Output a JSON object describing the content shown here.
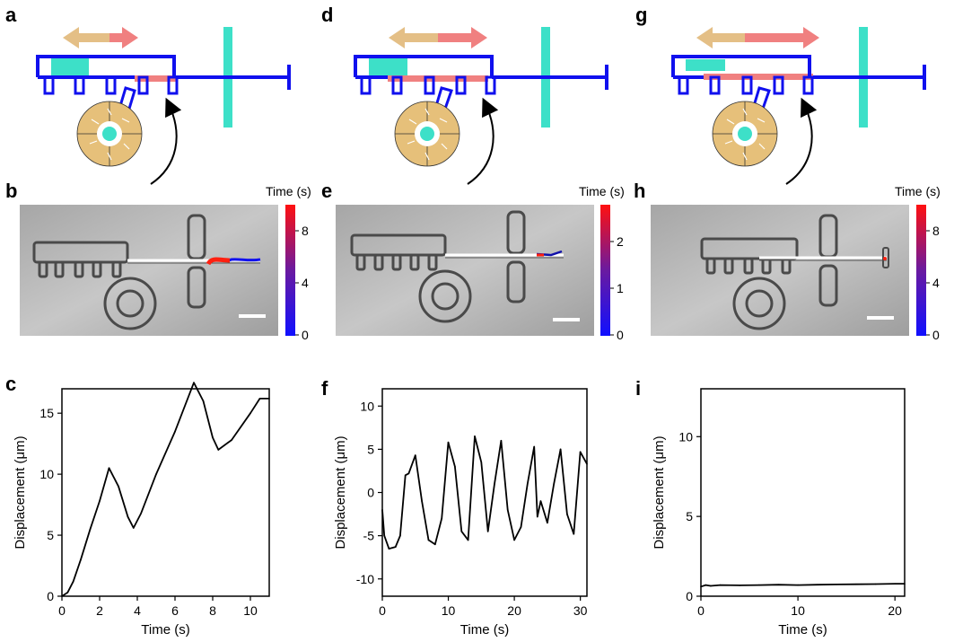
{
  "panel_labels": [
    "a",
    "b",
    "c",
    "d",
    "e",
    "f",
    "g",
    "h",
    "i"
  ],
  "colors": {
    "structure": "#1010ee",
    "electrode": "#3de0c8",
    "shuttle_pink": "#f08080",
    "arrow_tan": "#e4bf86",
    "gear": "#e6c07a",
    "line": "#000000"
  },
  "icons": [
    "double-headed-arrow-icon",
    "curved-arrow-icon",
    "gear-rotor-icon"
  ],
  "colorbars": [
    {
      "title": "Time (s)",
      "ticks": [
        "0",
        "4",
        "8"
      ],
      "max": 10
    },
    {
      "title": "Time (s)",
      "ticks": [
        "0",
        "1",
        "2"
      ],
      "max": 2.8
    },
    {
      "title": "Time (s)",
      "ticks": [
        "0",
        "4",
        "8"
      ],
      "max": 10
    }
  ],
  "chart_data": [
    {
      "type": "line",
      "xlabel": "Time (s)",
      "ylabel": "Displacement (μm)",
      "xlim": [
        0,
        11
      ],
      "ylim": [
        0,
        17
      ],
      "xticks": [
        0,
        2,
        4,
        6,
        8,
        10
      ],
      "yticks": [
        0,
        5,
        10,
        15
      ],
      "x": [
        0,
        0.3,
        0.6,
        1.0,
        1.5,
        2.0,
        2.5,
        3.0,
        3.5,
        3.8,
        4.2,
        5.0,
        6.0,
        7.0,
        7.5,
        8.0,
        8.3,
        9.0,
        10.0,
        10.5,
        11.0
      ],
      "y": [
        0,
        0.3,
        1.2,
        3.0,
        5.5,
        7.8,
        10.5,
        9.0,
        6.5,
        5.6,
        6.8,
        10.0,
        13.5,
        17.5,
        16.0,
        13.0,
        12.0,
        12.8,
        15.0,
        16.2,
        16.2
      ]
    },
    {
      "type": "line",
      "xlabel": "Time (s)",
      "ylabel": "Displacement (μm)",
      "xlim": [
        0,
        31
      ],
      "ylim": [
        -12,
        12
      ],
      "xticks": [
        0,
        10,
        20,
        30
      ],
      "yticks": [
        -10,
        -5,
        0,
        5,
        10
      ],
      "x": [
        0,
        0.3,
        1,
        2,
        2.7,
        3.5,
        4,
        5,
        6,
        7,
        8,
        9,
        10,
        11,
        12,
        13,
        14,
        15,
        16,
        17,
        18,
        19,
        20,
        21,
        22,
        23,
        23.5,
        24,
        25,
        26,
        27,
        28,
        29,
        30,
        31
      ],
      "y": [
        -2,
        -5,
        -6.5,
        -6.3,
        -5,
        2.0,
        2.2,
        4.3,
        -1,
        -5.5,
        -6,
        -3,
        5.8,
        3,
        -4.5,
        -5.5,
        6.5,
        3.5,
        -4.5,
        1,
        6.0,
        -2,
        -5.5,
        -4,
        1,
        5.3,
        -2.8,
        -1,
        -3.5,
        1,
        5.0,
        -2.5,
        -4.8,
        4.7,
        3.3
      ]
    },
    {
      "type": "line",
      "xlabel": "Time (s)",
      "ylabel": "Displacement (μm)",
      "xlim": [
        0,
        21
      ],
      "ylim": [
        0,
        13
      ],
      "xticks": [
        0,
        10,
        20
      ],
      "yticks": [
        0,
        5,
        10
      ],
      "x": [
        0,
        0.5,
        1,
        2,
        4,
        6,
        8,
        10,
        12,
        14,
        16,
        18,
        20,
        21
      ],
      "y": [
        0.6,
        0.7,
        0.65,
        0.7,
        0.68,
        0.7,
        0.72,
        0.7,
        0.72,
        0.74,
        0.75,
        0.76,
        0.78,
        0.78
      ]
    }
  ]
}
